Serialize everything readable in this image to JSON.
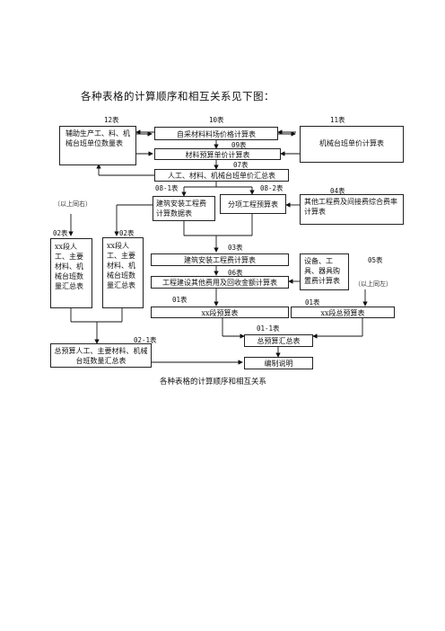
{
  "heading": "各种表格的计算顺序和相互关系见下图：",
  "caption": "各种表格的计算顺序和相互关系",
  "boxes": {
    "aux_units": "辅助生产工、料、机械台班单位数量表",
    "self_material": "自采材料料场价格计算表",
    "material_budget": "材料预算单价计算表",
    "machine_unit": "机械台班单价计算表",
    "summary_07": "人工、材料、机械台班单价汇总表",
    "build_data": "建筑安装工程费计算数据表",
    "sub_budget": "分项工程预算表",
    "other_fee": "其他工程费及间接费综合费率计算表",
    "seg_quantities": "xx段人工、主要材料、机械台班数量汇总表",
    "seg_machine": "xx段人工、主要材料、机械台班数量汇总表",
    "build_fee": "建筑安装工程费计算表",
    "equipment": "设备、工具、器具购置费计算表",
    "other_construction": "工程建设其他费用及回收金额计算表",
    "seg_budget": "xx段预算表",
    "seg_total": "xx段总预算表",
    "total_summary": "总预算汇总表",
    "total_quantities": "总预算人工、主要材料、机械台班数量汇总表",
    "explain": "编制说明"
  },
  "labels": {
    "t12": "12表",
    "t10": "10表",
    "t11": "11表",
    "t09": "09表",
    "t07": "07表",
    "t08_1": "08-1表",
    "t08_2": "08-2表",
    "t04": "04表",
    "t02a": "02表",
    "t02b": "02表",
    "t03": "03表",
    "t05": "05表",
    "t06": "06表",
    "t01a": "01表",
    "t01b": "01表",
    "t01_1": "01-1表",
    "t02_1": "02-1表"
  },
  "notes": {
    "same_right": "（以上同右）",
    "same_left": "（以上同左）"
  }
}
